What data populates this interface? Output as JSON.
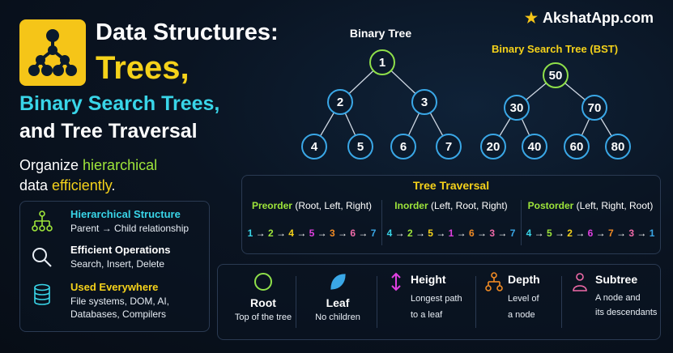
{
  "brand": "AkshatApp.com",
  "title": {
    "line1": "Data Structures:",
    "line2": "Trees,",
    "line3": "Binary Search Trees,",
    "line4": "and Tree Traversal"
  },
  "tagline": {
    "part1": "Organize ",
    "part2": "hierarchical",
    "part3": " data ",
    "part4": "efficiently",
    "part5": "."
  },
  "binary_tree": {
    "title": "Binary Tree",
    "nodes": [
      "1",
      "2",
      "3",
      "4",
      "5",
      "6",
      "7"
    ]
  },
  "bst": {
    "title": "Binary Search Tree (BST)",
    "nodes": [
      "50",
      "30",
      "70",
      "20",
      "40",
      "60",
      "80"
    ]
  },
  "features": [
    {
      "title": "Hierarchical Structure",
      "desc": [
        "Parent → Child relationship"
      ],
      "icon": "hierarchy-icon"
    },
    {
      "title": "Efficient Operations",
      "desc": [
        "Search, Insert, Delete"
      ],
      "icon": "magnifier-icon"
    },
    {
      "title": "Used Everywhere",
      "desc": [
        "File systems, DOM, AI,",
        "Databases, Compilers"
      ],
      "icon": "database-icon"
    }
  ],
  "traversal": {
    "title": "Tree Traversal",
    "columns": [
      {
        "name": "Preorder",
        "order": " (Root, Left, Right)",
        "sequence": [
          "1",
          "2",
          "4",
          "5",
          "3",
          "6",
          "7"
        ]
      },
      {
        "name": "Inorder",
        "order": " (Left, Root, Right)",
        "sequence": [
          "4",
          "2",
          "5",
          "1",
          "6",
          "3",
          "7"
        ]
      },
      {
        "name": "Postorder",
        "order": " (Left, Right, Root)",
        "sequence": [
          "4",
          "5",
          "2",
          "6",
          "7",
          "3",
          "1"
        ]
      }
    ],
    "arrow": "→"
  },
  "terms": [
    {
      "name": "Root",
      "desc": [
        "Top of the tree"
      ],
      "icon": "circle-icon",
      "color": "#8fe04a"
    },
    {
      "name": "Leaf",
      "desc": [
        "No children"
      ],
      "icon": "leaf-icon",
      "color": "#3aa7e6"
    },
    {
      "name": "Height",
      "desc": [
        "Longest path",
        "to a leaf"
      ],
      "icon": "vertical-arrows-icon",
      "color": "#e040e0"
    },
    {
      "name": "Depth",
      "desc": [
        "Level of",
        "a node"
      ],
      "icon": "hierarchy-icon",
      "color": "#f08a24"
    },
    {
      "name": "Subtree",
      "desc": [
        "A node and",
        "its descendants"
      ],
      "icon": "subtree-icon",
      "color": "#f06aa8"
    }
  ],
  "colors": {
    "accent_yellow": "#f5d21a",
    "accent_cyan": "#39d5e8",
    "accent_green": "#9ee53a",
    "node_blue": "#3aa7e6",
    "root_green": "#8fe04a"
  }
}
